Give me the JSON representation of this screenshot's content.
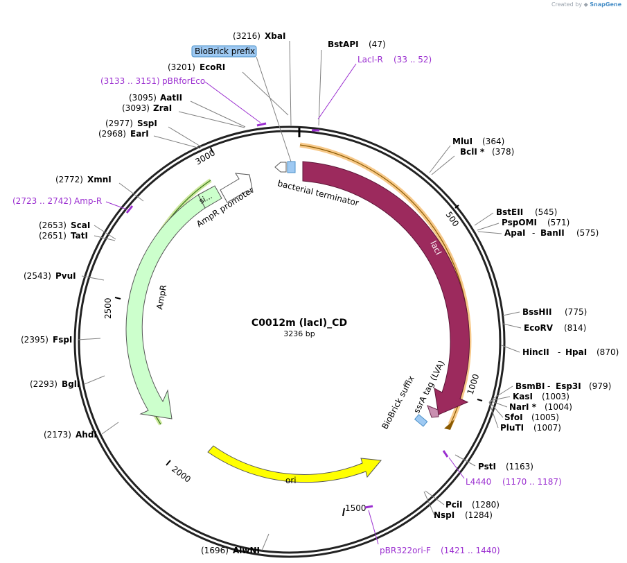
{
  "watermark": {
    "prefix": "Created by",
    "brand": "SnapGene"
  },
  "plasmid": {
    "name": "C0012m (lacI)_CD",
    "length_label": "3236 bp"
  },
  "ticks": [
    "500",
    "1000",
    "1500",
    "2000",
    "2500",
    "3000"
  ],
  "features": {
    "laci": "lacI",
    "bacterial_terminator": "bacterial terminator",
    "ssra_tag": "ssrA tag (LVA)",
    "biobrick_suffix": "BioBrick suffix",
    "ori": "ori",
    "ampr": "AmpR",
    "ampr_promoter": "AmpR promoter",
    "signal": "si...",
    "biobrick_prefix": "BioBrick prefix"
  },
  "enzymes": {
    "xbai": {
      "pos": "(3216)",
      "name": "XbaI"
    },
    "ecori": {
      "pos": "(3201)",
      "name": "EcoRI"
    },
    "aatii": {
      "pos": "(3095)",
      "name": "AatII"
    },
    "zrai": {
      "pos": "(3093)",
      "name": "ZraI"
    },
    "sspi": {
      "pos": "(2977)",
      "name": "SspI"
    },
    "eari": {
      "pos": "(2968)",
      "name": "EarI"
    },
    "xmni": {
      "pos": "(2772)",
      "name": "XmnI"
    },
    "scai": {
      "pos": "(2653)",
      "name": "ScaI"
    },
    "tati": {
      "pos": "(2651)",
      "name": "TatI"
    },
    "pvui": {
      "pos": "(2543)",
      "name": "PvuI"
    },
    "fspi": {
      "pos": "(2395)",
      "name": "FspI"
    },
    "bgli": {
      "pos": "(2293)",
      "name": "BglI"
    },
    "ahdi": {
      "pos": "(2173)",
      "name": "AhdI"
    },
    "alwni": {
      "pos": "(1696)",
      "name": "AlwNI"
    },
    "bstapi": {
      "pos": "(47)",
      "name": "BstAPI"
    },
    "mlui": {
      "pos": "(364)",
      "name": "MluI"
    },
    "bcli": {
      "pos": "(378)",
      "name": "BclI *"
    },
    "bsteii": {
      "pos": "(545)",
      "name": "BstEII"
    },
    "pspomi": {
      "pos": "(571)",
      "name": "PspOMI"
    },
    "apai": {
      "name": "ApaI"
    },
    "banii": {
      "pos": "(575)",
      "name": "BanII"
    },
    "bsshii": {
      "pos": "(775)",
      "name": "BssHII"
    },
    "ecorv": {
      "pos": "(814)",
      "name": "EcoRV"
    },
    "hincii": {
      "name": "HincII"
    },
    "hpai": {
      "pos": "(870)",
      "name": "HpaI"
    },
    "bsmbi": {
      "name": "BsmBI"
    },
    "esp3i": {
      "pos": "(979)",
      "name": "Esp3I"
    },
    "kasi": {
      "pos": "(1003)",
      "name": "KasI"
    },
    "nari": {
      "pos": "(1004)",
      "name": "NarI *"
    },
    "sfoi": {
      "pos": "(1005)",
      "name": "SfoI"
    },
    "pluti": {
      "pos": "(1007)",
      "name": "PluTI"
    },
    "psti": {
      "pos": "(1163)",
      "name": "PstI"
    },
    "pcii": {
      "pos": "(1280)",
      "name": "PciI"
    },
    "nspi": {
      "pos": "(1284)",
      "name": "NspI"
    }
  },
  "dash": "-",
  "primers": {
    "laci_r": {
      "name": "LacI-R",
      "range": "(33 .. 52)"
    },
    "pbrforeco": {
      "range": "(3133 .. 3151)",
      "name": "pBRforEco"
    },
    "amp_r": {
      "range": "(2723 .. 2742)",
      "name": "Amp-R"
    },
    "l4440": {
      "name": "L4440",
      "range": "(1170 .. 1187)"
    },
    "pbr322ori_f": {
      "name": "pBR322ori-F",
      "range": "(1421 .. 1440)"
    }
  },
  "colors": {
    "backbone": "#222222",
    "laci": "#9c2a5d",
    "laci_border": "#5c1537",
    "orf_highlight": "#f7c98a",
    "ori": "#ffff00",
    "ampr": "#ccffcc",
    "ampr_orf": "#cfe9a0",
    "ssra_tag": "#c98fb0",
    "biobrick": "#9ec9f2",
    "biobrick_border": "#4a90c8",
    "primer": "#9b2fd0",
    "leader": "#808080"
  }
}
